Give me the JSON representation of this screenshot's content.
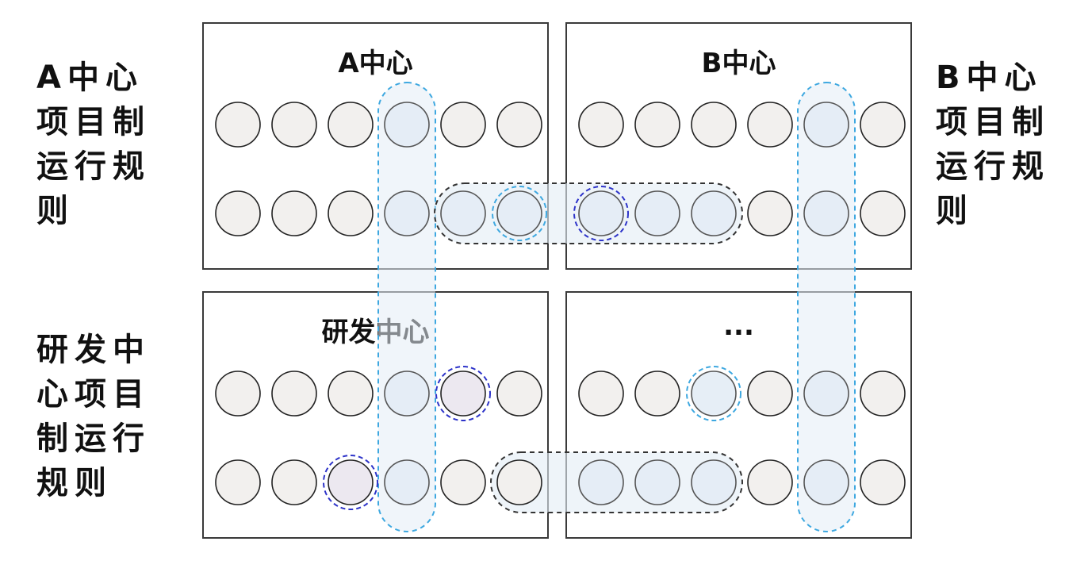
{
  "side_labels": {
    "a_center_rules": "A中心\n项目制\n运行规\n则",
    "b_center_rules": "B中心\n项目制\n运行规\n则",
    "rd_center_rules": "研发中\n心项目\n制运行\n规则"
  },
  "boxes": {
    "a_center": "A中心",
    "b_center": "B中心",
    "rd_center": "研发中心",
    "other_center": "..."
  },
  "colors": {
    "box_border": "#3a3a3a",
    "circle_fill": "#f2f0ee",
    "circle_stroke": "#222222",
    "highlight_fill": "#e3ecf5",
    "cyan_dash": "#3ea8e0",
    "dark_dash": "#333333",
    "purple_dash": "#2d33c9",
    "purple_fill": "#ece8f0"
  }
}
